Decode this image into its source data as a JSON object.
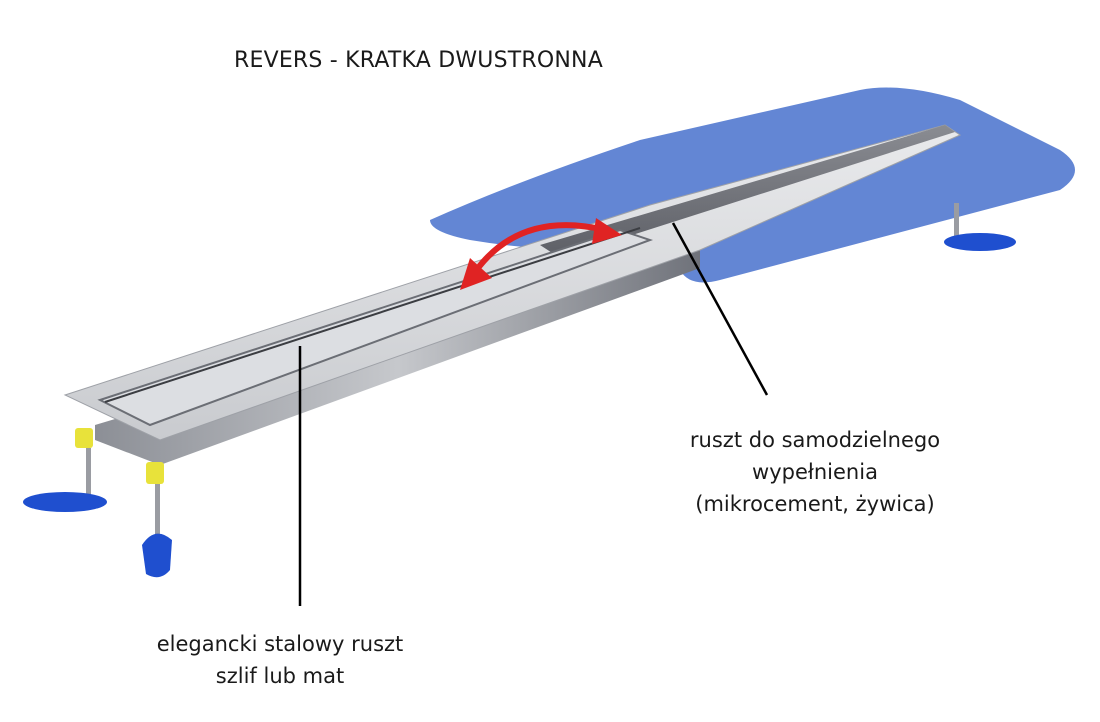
{
  "title": "REVERS - KRATKA DWUSTRONNA",
  "annotations": {
    "tile_grate": {
      "lines": [
        "ruszt do samodzielnego",
        "wypełnienia",
        "(mikrocement, żywica)"
      ]
    },
    "steel_grate": {
      "lines": [
        "elegancki stalowy ruszt",
        "szlif lub mat"
      ]
    }
  },
  "colors": {
    "membrane": "#5a7fd0",
    "steel_light": "#d9dbdf",
    "steel_dark": "#7a7d84",
    "arrow": "#e02323",
    "foot": "#1f4fcf",
    "leg_cap": "#e8e23a",
    "leader_line": "#000000"
  },
  "icons": {
    "reversible_arrow": "double-headed-curved-arrow"
  }
}
